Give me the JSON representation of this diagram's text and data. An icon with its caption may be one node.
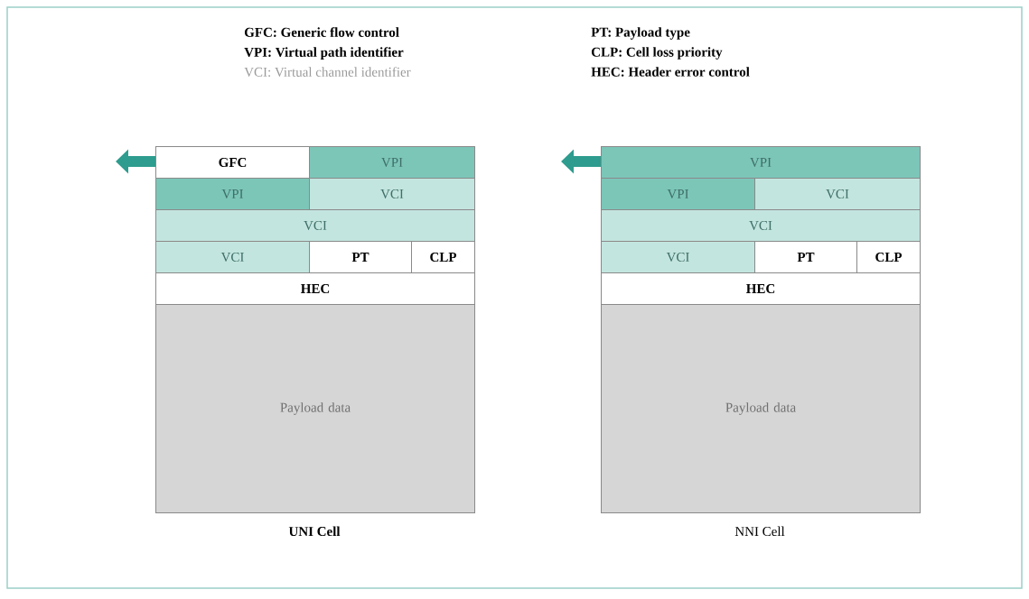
{
  "diagram": {
    "nodes": [
      {
        "text": [],
        "shape": "box",
        "beside": [
          "UNI Cell"
        ]
      },
      {
        "text": [
          "GFC"
        ],
        "in": 0
      },
      {
        "text": [
          "VPI"
        ],
        "in": 0
      },
      {
        "text": [
          "VPI"
        ],
        "in": 0
      },
      {
        "text": [
          "VCI"
        ],
        "in": 0
      },
      {
        "text": [
          "VCI"
        ],
        "in": 0
      },
      {
        "text": [
          "VCI"
        ],
        "in": 0
      },
      {
        "text": [
          "PT"
        ],
        "in": 0
      },
      {
        "text": [
          "CLP"
        ],
        "in": 0
      },
      {
        "text": [
          "HEC"
        ],
        "in": 0
      },
      {
        "text": [
          "Payload data"
        ],
        "in": 0
      },
      {
        "text": [],
        "shape": "box",
        "beside": [
          "NNI Cell"
        ]
      },
      {
        "text": [
          "VPI"
        ],
        "in": 11
      },
      {
        "text": [
          "VPI"
        ],
        "in": 11
      },
      {
        "text": [
          "VCI"
        ],
        "in": 11
      },
      {
        "text": [
          "VCI"
        ],
        "in": 11
      },
      {
        "text": [
          "VCI"
        ],
        "in": 11
      },
      {
        "text": [
          "PT"
        ],
        "in": 11
      },
      {
        "text": [
          "CLP"
        ],
        "in": 11
      },
      {
        "text": [
          "HEC"
        ],
        "in": 11
      },
      {
        "text": [
          "Payload data"
        ],
        "in": 11
      }
    ],
    "labels": [
      "GFC: Generic flow control",
      "PT: Payload type",
      "VPI: Virtual path identifier",
      "CLP: Cell loss priority",
      "VCI: Virtual channel identifier",
      "HEC: Header error control"
    ]
  }
}
